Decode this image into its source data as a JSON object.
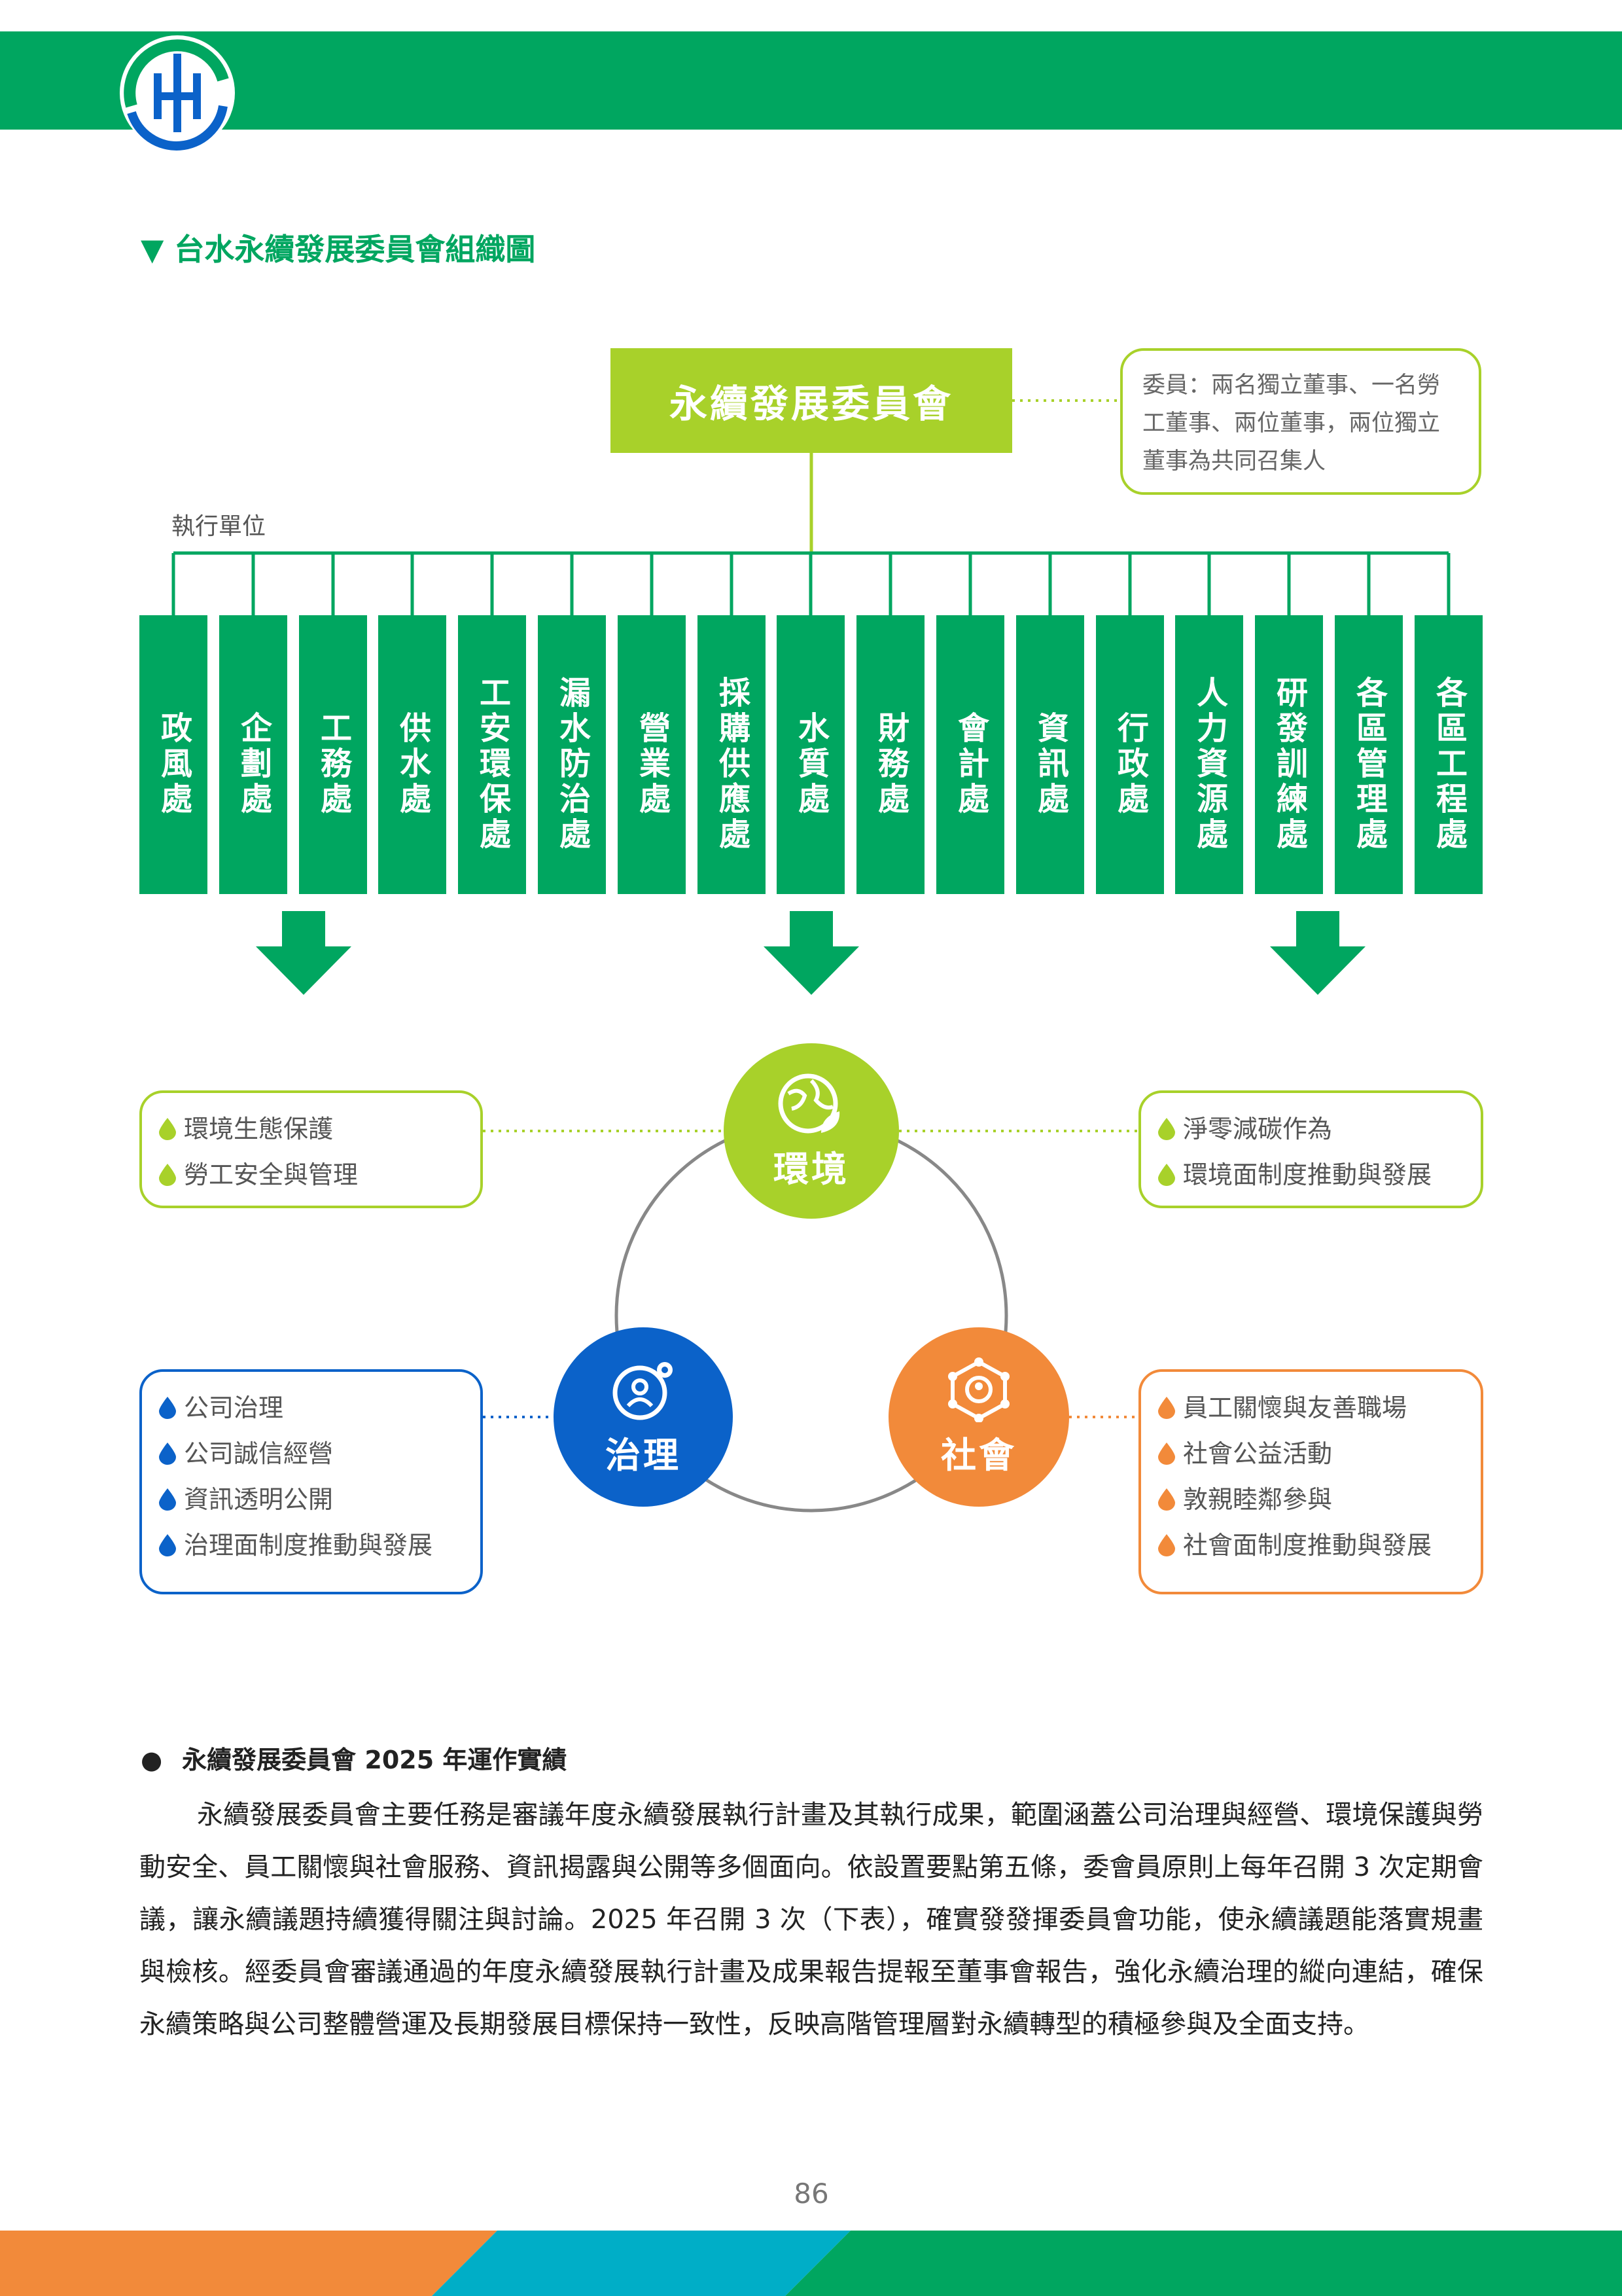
{
  "section_title": "▼ 台水永續發展委員會組織圖",
  "committee": {
    "name": "永續發展委員會",
    "members_note": "委員：兩名獨立董事、一名勞工董事、兩位董事，兩位獨立董事為共同召集人"
  },
  "exec_label": "執行單位",
  "units": [
    "政風處",
    "企劃處",
    "工務處",
    "供水處",
    "工安環保處",
    "漏水防治處",
    "營業處",
    "採購供應處",
    "水質處",
    "財務處",
    "會計處",
    "資訊處",
    "行政處",
    "人力資源處",
    "研發訓練處",
    "各區管理處",
    "各區工程處"
  ],
  "pillars": {
    "environment": {
      "label": "環境",
      "color": "#a8d12a",
      "icon": "earth-leaf-icon",
      "left_items": [
        "環境生態保護",
        "勞工安全與管理"
      ],
      "right_items": [
        "淨零減碳作為",
        "環境面制度推動與發展"
      ]
    },
    "governance": {
      "label": "治理",
      "color": "#0b62c9",
      "icon": "person-gear-icon",
      "items": [
        "公司治理",
        "公司誠信經營",
        "資訊透明公開",
        "治理面制度推動與發展"
      ]
    },
    "social": {
      "label": "社會",
      "color": "#f28a3a",
      "icon": "network-people-icon",
      "items": [
        "員工關懷與友善職場",
        "社會公益活動",
        "敦親睦鄰參與",
        "社會面制度推動與發展"
      ]
    }
  },
  "brand_colors": {
    "green": "#00a660",
    "lime": "#a8d12a",
    "blue": "#0b62c9",
    "orange": "#f28a3a",
    "teal": "#00aec7"
  },
  "bullet_heading": "永續發展委員會 2025 年運作實績",
  "body_text": "永續發展委員會主要任務是審議年度永續發展執行計畫及其執行成果，範圍涵蓋公司治理與經營、環境保護與勞動安全、員工關懷與社會服務、資訊揭露與公開等多個面向。依設置要點第五條，委會員原則上每年召開 3 次定期會議，讓永續議題持續獲得關注與討論。2025 年召開 3 次（下表），確實發發揮委員會功能，使永續議題能落實規畫與檢核。經委員會審議通過的年度永續發展執行計畫及成果報告提報至董事會報告，強化永續治理的縱向連結，確保永續策略與公司整體營運及長期發展目標保持一致性，反映高階管理層對永續轉型的積極參與及全面支持。",
  "page_number": "86"
}
